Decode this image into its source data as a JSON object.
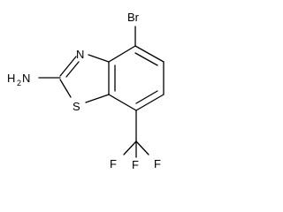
{
  "molecule": {
    "atoms": {
      "br": "Br",
      "n_ring": "N",
      "s_ring": "S",
      "n_amine": "N",
      "h_amine": "H",
      "h_amine_count": "2",
      "f_left": "F",
      "f_middle": "F",
      "f_right": "F"
    }
  },
  "colors": {
    "bond": "#000000",
    "label": "#000000",
    "background": "#ffffff"
  }
}
